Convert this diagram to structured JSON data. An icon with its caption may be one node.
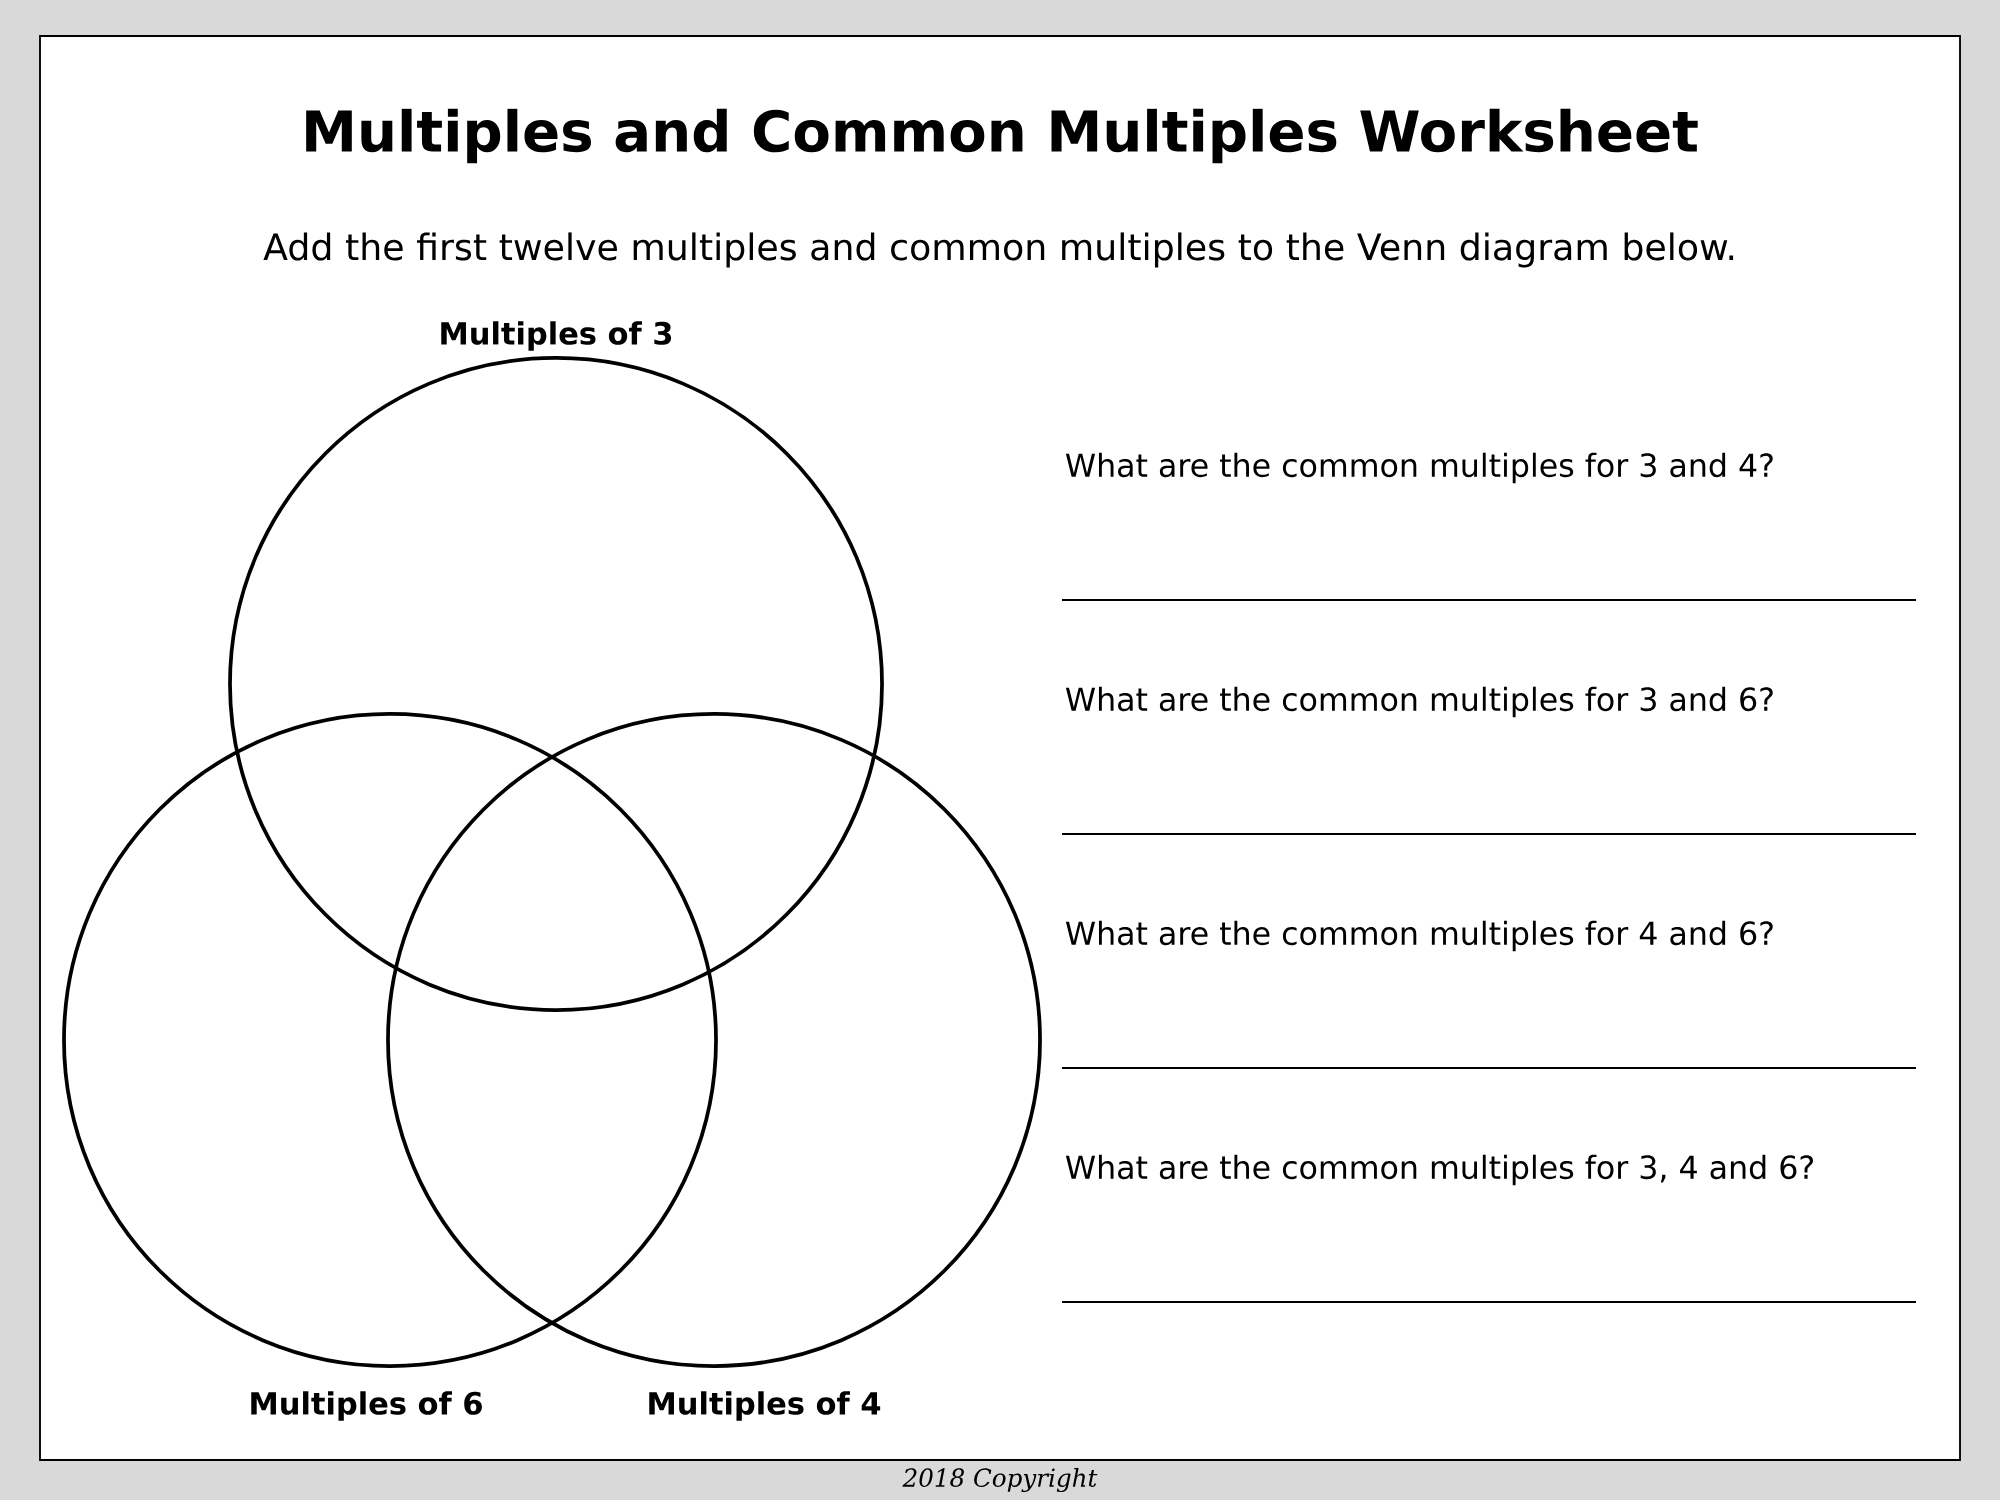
{
  "diagram": {
    "title": "Multiples and Common Multiples Worksheet",
    "nodes": [
      {
        "text": [
          "Multiples of 3"
        ]
      },
      {
        "text": [
          "Multiples of 6"
        ]
      },
      {
        "text": [
          "Multiples of 4"
        ]
      }
    ],
    "labels": [
      "Add the first twelve multiples and common multiples to the Venn diagram below.",
      "What are the common multiples for 3 and 4?",
      "What are the common multiples for 3 and 6?",
      "What are the common multiples for 4 and 6?",
      "What are the common multiples for 3, 4 and 6?",
      "2018 Copyright"
    ]
  }
}
